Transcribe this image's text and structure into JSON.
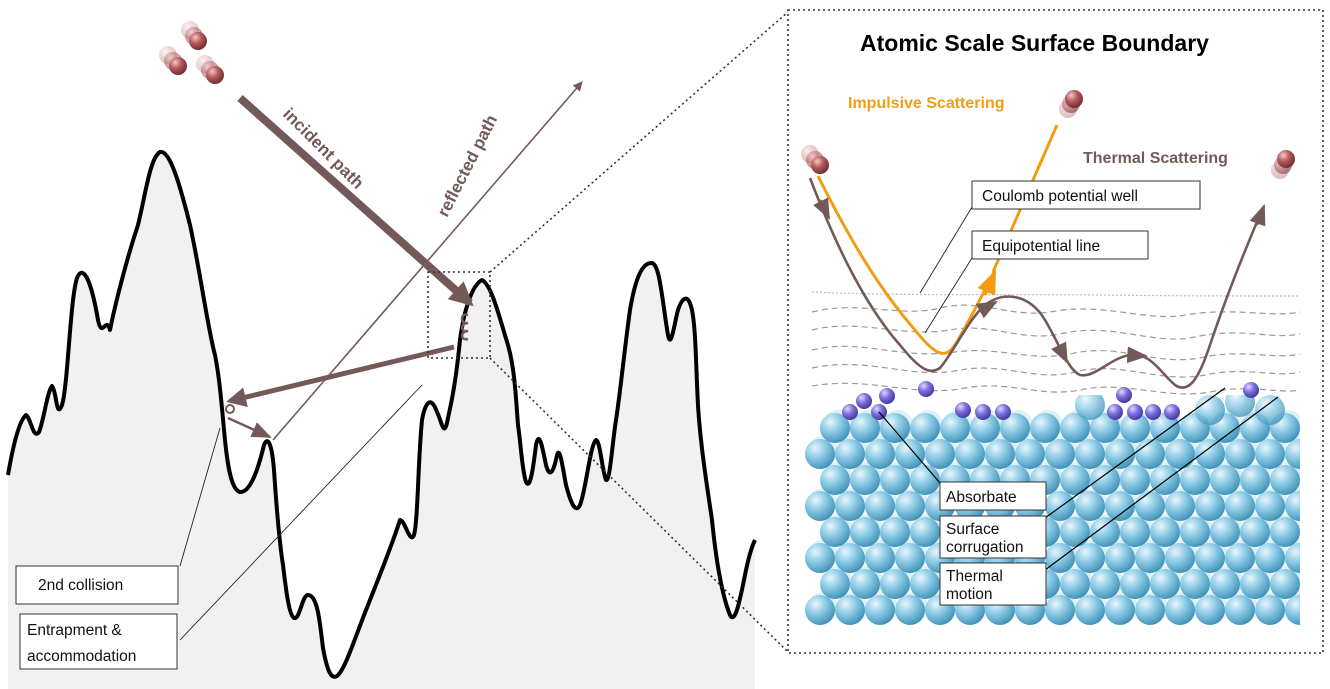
{
  "title": "Atomic Scale Surface Boundary",
  "left_panel": {
    "incident_label": "incident path",
    "reflected_label": "reflected path",
    "second_collision_label": "2nd collision",
    "entrapment_label_line1": "Entrapment &",
    "entrapment_label_line2": "accommodation"
  },
  "right_panel": {
    "impulsive_label": "Impulsive Scattering",
    "thermal_label": "Thermal Scattering",
    "coulomb_label": "Coulomb potential well",
    "equipotential_label": "Equipotential line",
    "absorbate_label": "Absorbate",
    "corrugation_line1": "Surface",
    "corrugation_line2": "corrugation",
    "thermal_motion_line1": "Thermal",
    "thermal_motion_line2": "motion"
  },
  "colors": {
    "path_brown": "#735a58",
    "impulsive_orange": "#f39c12",
    "surface_fill": "#f1f1f1",
    "lattice_atom": "#7ec3e0",
    "absorbate_atom": "#7b6fd6",
    "gas_atom": "#b5595c"
  }
}
